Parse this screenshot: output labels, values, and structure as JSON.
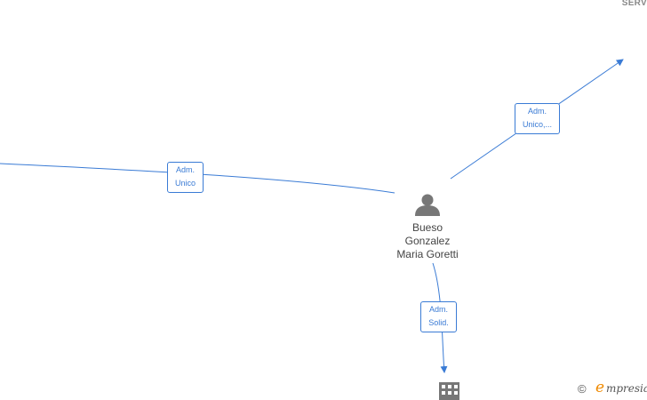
{
  "corner_label": "SERV",
  "person": {
    "name_lines": [
      "Bueso",
      "Gonzalez",
      "Maria Goretti"
    ]
  },
  "edges": {
    "left": {
      "lines": [
        "Adm.",
        "Unico"
      ]
    },
    "upper": {
      "lines": [
        "Adm.",
        "Unico,..."
      ]
    },
    "lower": {
      "lines": [
        "Adm.",
        "Solid."
      ]
    }
  },
  "footer": {
    "copyright_symbol": "©",
    "brand_initial": "e",
    "brand_rest": "mpresia"
  },
  "colors": {
    "edge": "#3a7bd5",
    "icon": "#777777",
    "brand_accent": "#f08a00"
  },
  "icons": {
    "person": "person-icon",
    "company": "building-icon"
  }
}
